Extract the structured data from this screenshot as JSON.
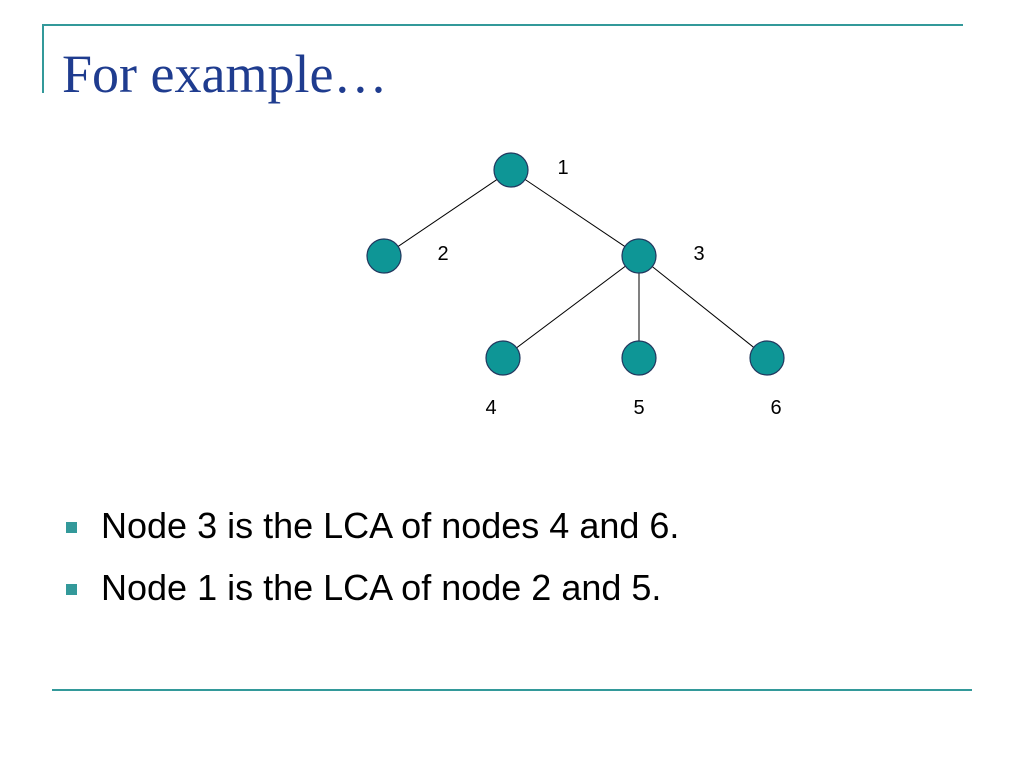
{
  "slide": {
    "title": "For example…",
    "accent_color": "#33999A",
    "title_color": "#1F3C8F"
  },
  "tree": {
    "node_color": "#0E9696",
    "nodes": [
      {
        "id": "1",
        "label": "1"
      },
      {
        "id": "2",
        "label": "2"
      },
      {
        "id": "3",
        "label": "3"
      },
      {
        "id": "4",
        "label": "4"
      },
      {
        "id": "5",
        "label": "5"
      },
      {
        "id": "6",
        "label": "6"
      }
    ],
    "edges": [
      {
        "from": "1",
        "to": "2"
      },
      {
        "from": "1",
        "to": "3"
      },
      {
        "from": "3",
        "to": "4"
      },
      {
        "from": "3",
        "to": "5"
      },
      {
        "from": "3",
        "to": "6"
      }
    ]
  },
  "bullets": [
    "Node 3 is the LCA of nodes 4 and 6.",
    "Node 1 is the LCA of node 2 and 5."
  ]
}
